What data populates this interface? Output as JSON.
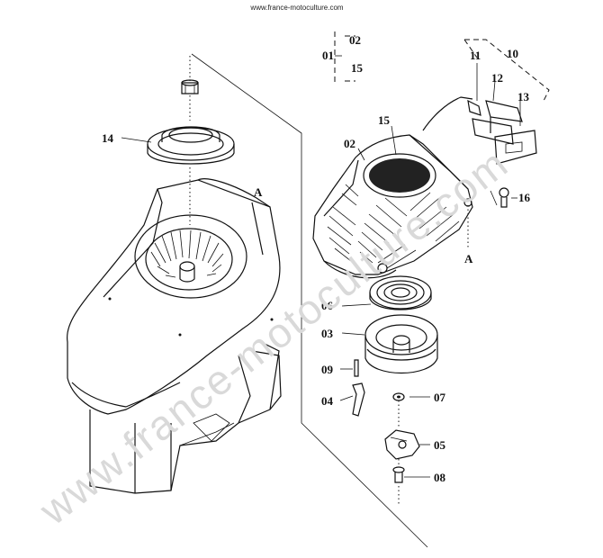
{
  "header": {
    "source_url": "www.france-motoculture.com"
  },
  "watermark": {
    "text": "www.france-motoculture.com"
  },
  "group": {
    "main": "01",
    "sub_top": "02",
    "sub_bottom": "15"
  },
  "callouts": {
    "p02": "02",
    "p03": "03",
    "p04": "04",
    "p05": "05",
    "p06": "06",
    "p07": "07",
    "p08": "08",
    "p09": "09",
    "p10": "10",
    "p11": "11",
    "p12": "12",
    "p13": "13",
    "p14": "14",
    "p15": "15",
    "p16": "16",
    "ref_a_left": "A",
    "ref_a_right": "A"
  }
}
